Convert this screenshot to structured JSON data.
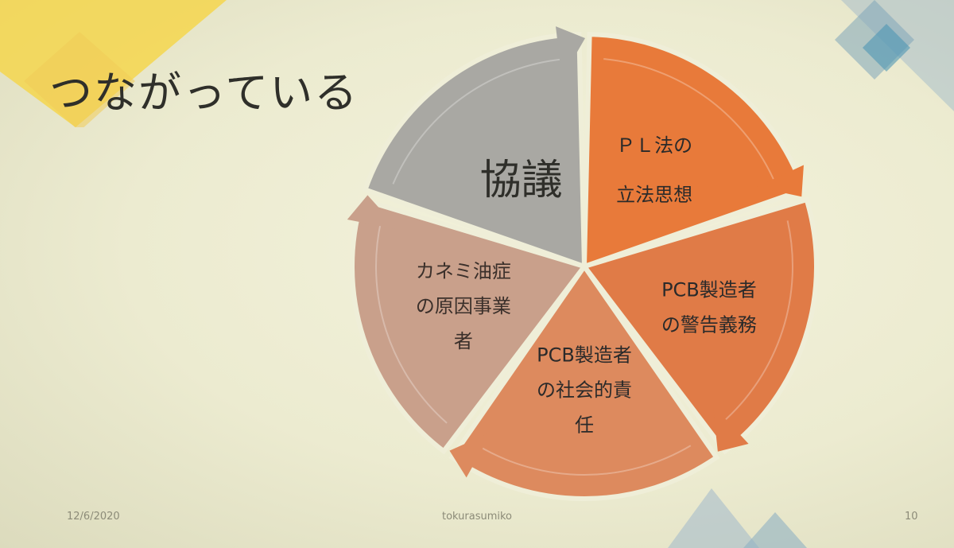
{
  "slide": {
    "title": "つながっている"
  },
  "cycle": {
    "segments": [
      {
        "label_lines": [
          "ＰＬ法の",
          "立法思想"
        ],
        "color": "#e87a3a"
      },
      {
        "label_lines": [
          "PCB製造者",
          "の警告義務"
        ],
        "color": "#e07b47"
      },
      {
        "label_lines": [
          "PCB製造者",
          "の社会的責",
          "任"
        ],
        "color": "#dd8a5e"
      },
      {
        "label_lines": [
          "カネミ油症",
          "の原因事業",
          "者"
        ],
        "color": "#c9a08b"
      },
      {
        "label_lines": [
          "協議"
        ],
        "color": "#a9a8a3"
      }
    ]
  },
  "footer": {
    "date": "12/6/2020",
    "author": "tokurasumiko",
    "page": "10"
  },
  "colors": {
    "accent_yellow": "#f2c94c",
    "accent_blue": "#5a8ca8"
  }
}
